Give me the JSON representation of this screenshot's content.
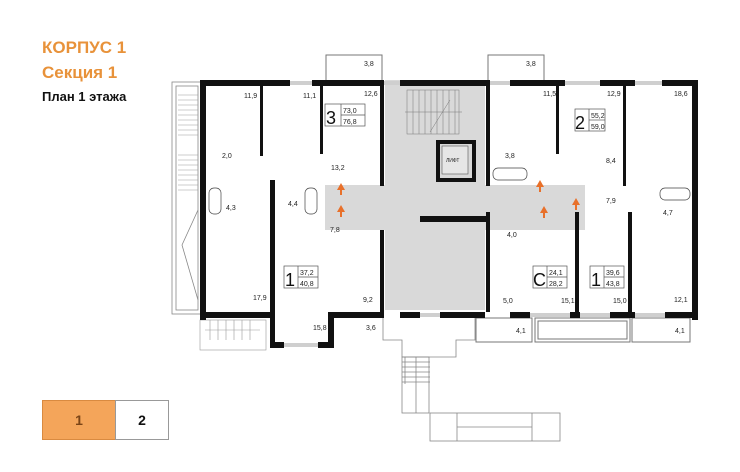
{
  "header": {
    "building": "КОРПУС 1",
    "section": "Секция 1",
    "plan_title": "План 1 этажа"
  },
  "colors": {
    "accent": "#e8923a",
    "tab_active": "#f4a55a",
    "common_area": "#d9d9d9",
    "wall": "#111111",
    "fire_marker": "#e8702a"
  },
  "section_tabs": [
    {
      "label": "1",
      "active": true
    },
    {
      "label": "2",
      "active": false
    }
  ],
  "apartments": [
    {
      "rooms": "3",
      "living_area": "73,0",
      "total_area": "76,8"
    },
    {
      "rooms": "2",
      "living_area": "55,2",
      "total_area": "59,0"
    },
    {
      "rooms": "1",
      "living_area": "37,2",
      "total_area": "40,8"
    },
    {
      "rooms": "С",
      "living_area": "24,1",
      "total_area": "28,2"
    },
    {
      "rooms": "1",
      "living_area": "39,6",
      "total_area": "43,8"
    }
  ],
  "room_areas": {
    "r1": "11,9",
    "r2": "11,1",
    "r3": "12,6",
    "r4": "3,8",
    "r5": "13,2",
    "r6": "2,0",
    "r7": "4,3",
    "r8": "3,8",
    "r9": "11,5",
    "r10": "3,8",
    "r11": "12,9",
    "r12": "18,6",
    "r13": "8,4",
    "r14": "4,4",
    "r15": "7,8",
    "r16": "17,9",
    "r17": "9,2",
    "r18": "15,8",
    "r19": "3,6",
    "r20": "7,9",
    "r21": "4,7",
    "r22": "4,0",
    "r23": "5,0",
    "r24": "15,1",
    "r25": "15,0",
    "r26": "12,1",
    "r27": "4,1",
    "r28": "4,1"
  },
  "lift_label": "ЛИФТ"
}
